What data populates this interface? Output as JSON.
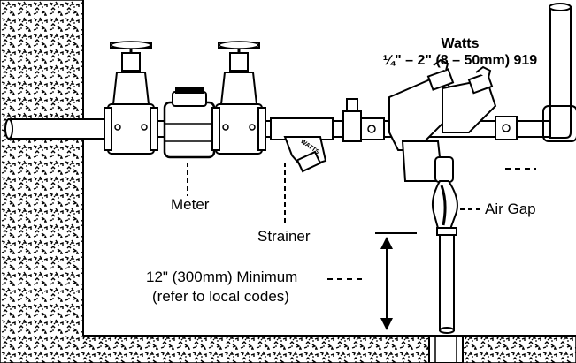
{
  "heading": {
    "brand": "Watts",
    "model": "¼\" – 2\" (8 – 50mm) 919"
  },
  "labels": {
    "meter": "Meter",
    "strainer": "Strainer",
    "air_gap": "Air Gap",
    "clearance_line1": "12\" (300mm) Minimum",
    "clearance_line2": "(refer to local codes)",
    "strainer_cast": "WATTS"
  },
  "colors": {
    "line": "#000000",
    "background": "#ffffff"
  }
}
